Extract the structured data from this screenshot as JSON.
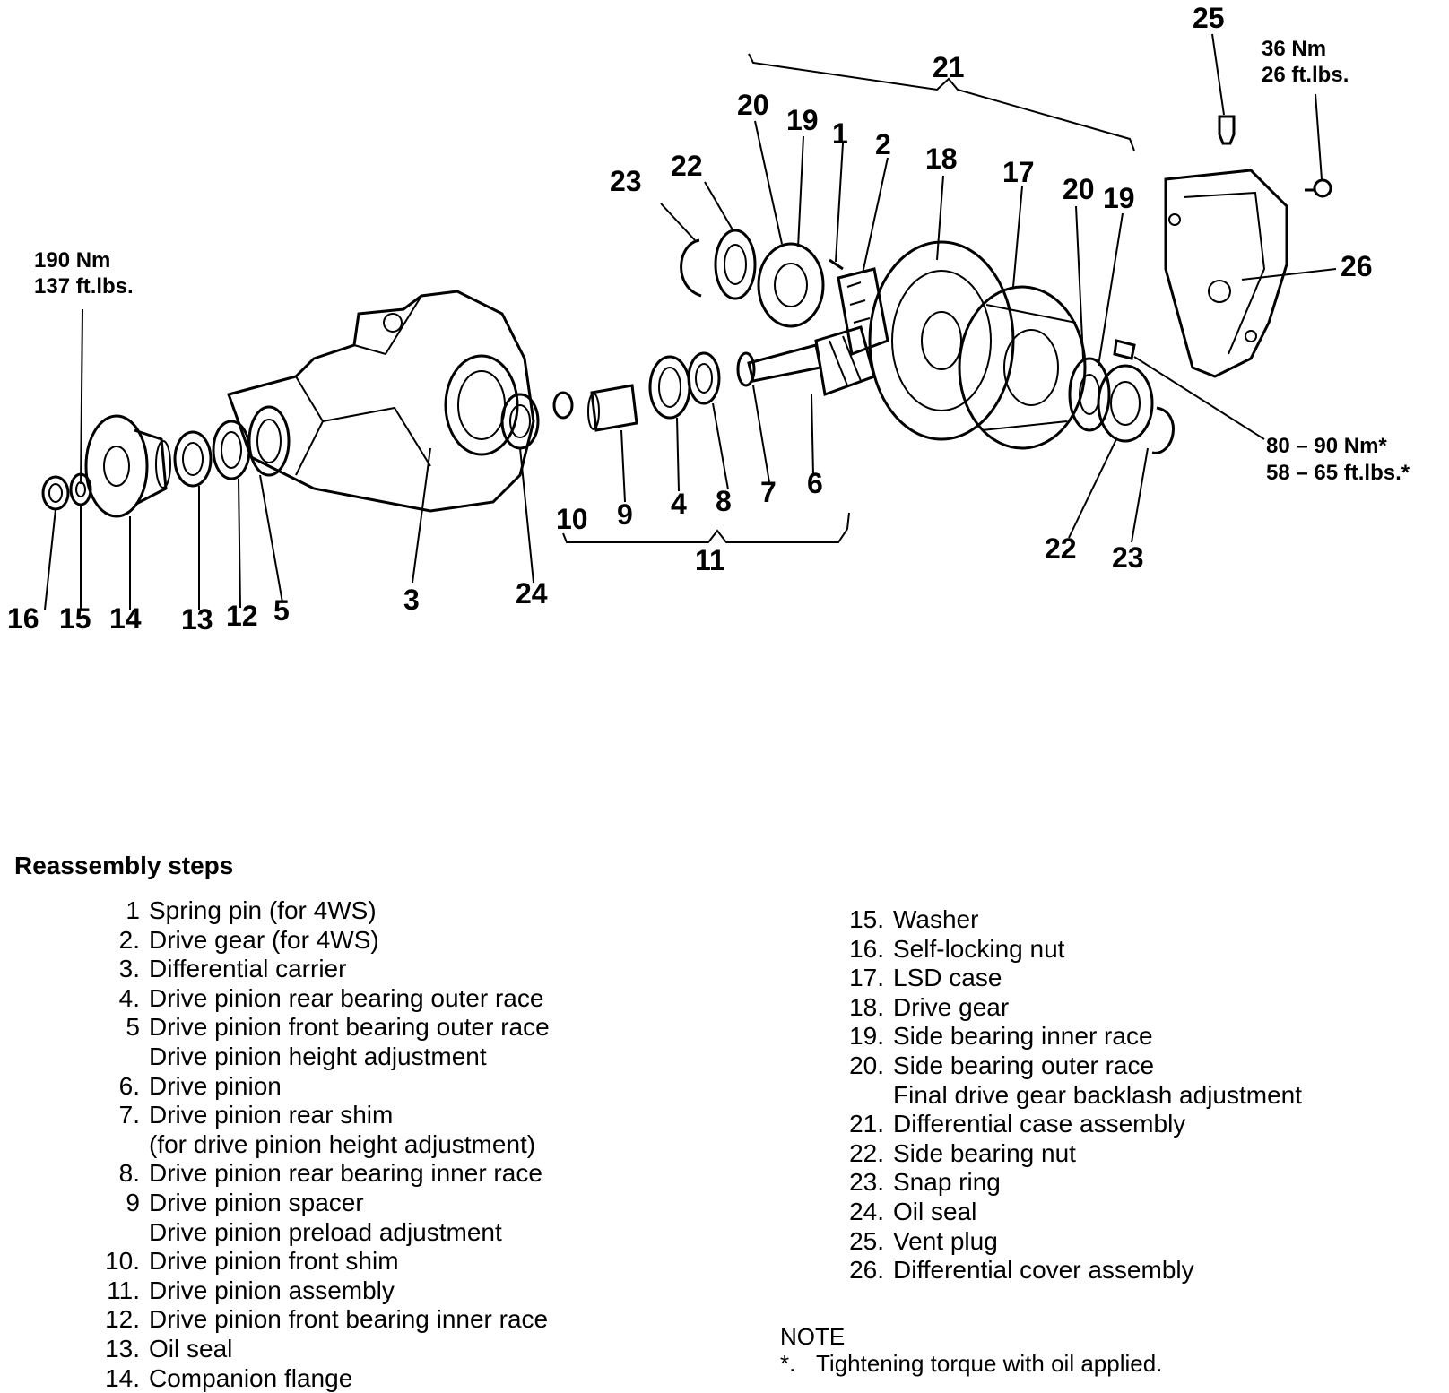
{
  "diagram": {
    "callouts": [
      {
        "id": "16",
        "label": "16"
      },
      {
        "id": "15",
        "label": "15"
      },
      {
        "id": "14",
        "label": "14"
      },
      {
        "id": "13",
        "label": "13"
      },
      {
        "id": "12",
        "label": "12"
      },
      {
        "id": "5",
        "label": "5"
      },
      {
        "id": "3",
        "label": "3"
      },
      {
        "id": "24",
        "label": "24"
      },
      {
        "id": "10",
        "label": "10"
      },
      {
        "id": "9",
        "label": "9"
      },
      {
        "id": "4",
        "label": "4"
      },
      {
        "id": "8",
        "label": "8"
      },
      {
        "id": "7",
        "label": "7"
      },
      {
        "id": "6",
        "label": "6"
      },
      {
        "id": "11",
        "label": "11"
      },
      {
        "id": "23a",
        "label": "23"
      },
      {
        "id": "22a",
        "label": "22"
      },
      {
        "id": "20a",
        "label": "20"
      },
      {
        "id": "19a",
        "label": "19"
      },
      {
        "id": "1",
        "label": "1"
      },
      {
        "id": "2",
        "label": "2"
      },
      {
        "id": "18",
        "label": "18"
      },
      {
        "id": "17",
        "label": "17"
      },
      {
        "id": "20b",
        "label": "20"
      },
      {
        "id": "19b",
        "label": "19"
      },
      {
        "id": "21",
        "label": "21"
      },
      {
        "id": "25",
        "label": "25"
      },
      {
        "id": "26",
        "label": "26"
      },
      {
        "id": "22b",
        "label": "22"
      },
      {
        "id": "23b",
        "label": "23"
      }
    ],
    "torques": {
      "flange_nut": [
        "190 Nm",
        "137 ft.lbs."
      ],
      "vent_plug": [
        "36 Nm",
        "26 ft.lbs."
      ],
      "cover_bolt": [
        "80 – 90 Nm*",
        "58 – 65 ft.lbs.*"
      ]
    }
  },
  "reassembly": {
    "title": "Reassembly steps",
    "left": [
      {
        "num": "1",
        "text": "Spring pin (for 4WS)"
      },
      {
        "num": "2.",
        "text": "Drive gear (for 4WS)"
      },
      {
        "num": "3.",
        "text": "Differential carrier"
      },
      {
        "num": "4.",
        "text": "Drive pinion rear bearing outer race"
      },
      {
        "num": "5",
        "text": "Drive pinion front bearing outer race"
      },
      {
        "num": "",
        "text": "Drive pinion height adjustment"
      },
      {
        "num": "6.",
        "text": "Drive pinion"
      },
      {
        "num": "7.",
        "text": "Drive pinion rear shim"
      },
      {
        "num": "",
        "text": "(for drive pinion height adjustment)"
      },
      {
        "num": "8.",
        "text": "Drive pinion rear bearing inner race"
      },
      {
        "num": "9",
        "text": "Drive pinion spacer"
      },
      {
        "num": "",
        "text": "Drive pinion preload adjustment"
      },
      {
        "num": "10.",
        "text": "Drive pinion front shim"
      },
      {
        "num": "11.",
        "text": "Drive pinion assembly"
      },
      {
        "num": "12.",
        "text": "Drive pinion front bearing inner race"
      },
      {
        "num": "13.",
        "text": "Oil seal"
      },
      {
        "num": "14.",
        "text": "Companion flange"
      }
    ],
    "right": [
      {
        "num": "15.",
        "text": "Washer"
      },
      {
        "num": "16.",
        "text": "Self-locking nut"
      },
      {
        "num": "17.",
        "text": "LSD case"
      },
      {
        "num": "18.",
        "text": "Drive gear"
      },
      {
        "num": "19.",
        "text": "Side bearing inner race"
      },
      {
        "num": "20.",
        "text": "Side bearing outer race"
      },
      {
        "num": "",
        "text": "Final drive gear backlash adjustment"
      },
      {
        "num": "21.",
        "text": "Differential case assembly"
      },
      {
        "num": "22.",
        "text": "Side bearing nut"
      },
      {
        "num": "23.",
        "text": "Snap ring"
      },
      {
        "num": "24.",
        "text": "Oil seal"
      },
      {
        "num": "25.",
        "text": "Vent plug"
      },
      {
        "num": "26.",
        "text": "Differential cover assembly"
      }
    ]
  },
  "note": {
    "heading": "NOTE",
    "mark": "*.",
    "text": "Tightening torque with oil applied."
  }
}
